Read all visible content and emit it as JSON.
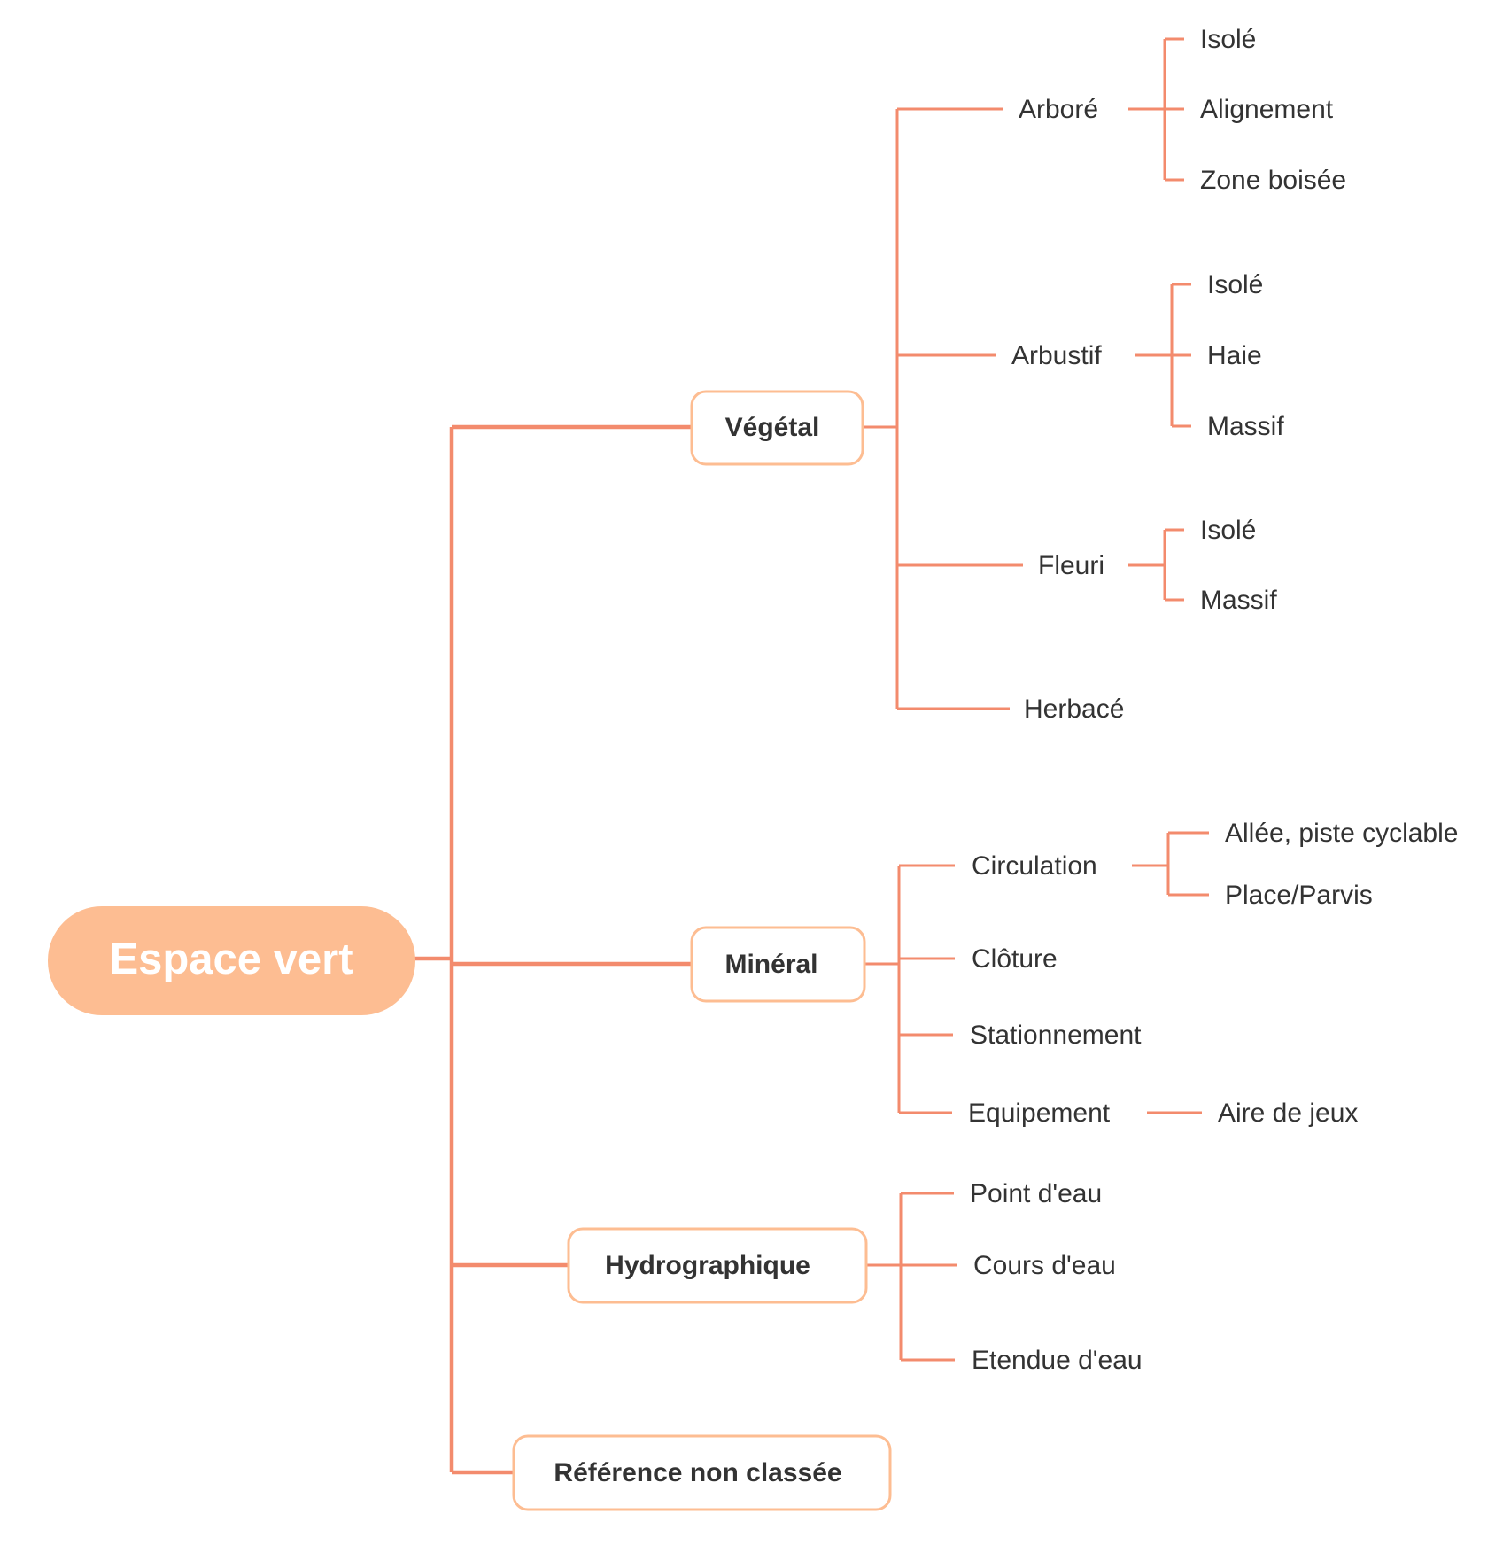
{
  "colors": {
    "root_fill": "#fdbd92",
    "root_text": "#ffffff",
    "line": "#f38b6d",
    "box_border": "#fdbd92",
    "text": "#333333"
  },
  "root": {
    "label": "Espace vert"
  },
  "categories": [
    {
      "label": "Végétal",
      "children": [
        {
          "label": "Arboré",
          "children": [
            "Isolé",
            "Alignement",
            "Zone boisée"
          ]
        },
        {
          "label": "Arbustif",
          "children": [
            "Isolé",
            "Haie",
            "Massif"
          ]
        },
        {
          "label": "Fleuri",
          "children": [
            "Isolé",
            "Massif"
          ]
        },
        {
          "label": "Herbacé",
          "children": []
        }
      ]
    },
    {
      "label": "Minéral",
      "children": [
        {
          "label": "Circulation",
          "children": [
            "Allée, piste cyclable",
            "Place/Parvis"
          ]
        },
        {
          "label": "Clôture",
          "children": []
        },
        {
          "label": "Stationnement",
          "children": []
        },
        {
          "label": "Equipement",
          "children": [
            "Aire de jeux"
          ]
        }
      ]
    },
    {
      "label": "Hydrographique",
      "children": [
        {
          "label": "Point d'eau",
          "children": []
        },
        {
          "label": "Cours d'eau",
          "children": []
        },
        {
          "label": "Etendue d'eau",
          "children": []
        }
      ]
    },
    {
      "label": "Référence non classée",
      "children": []
    }
  ]
}
